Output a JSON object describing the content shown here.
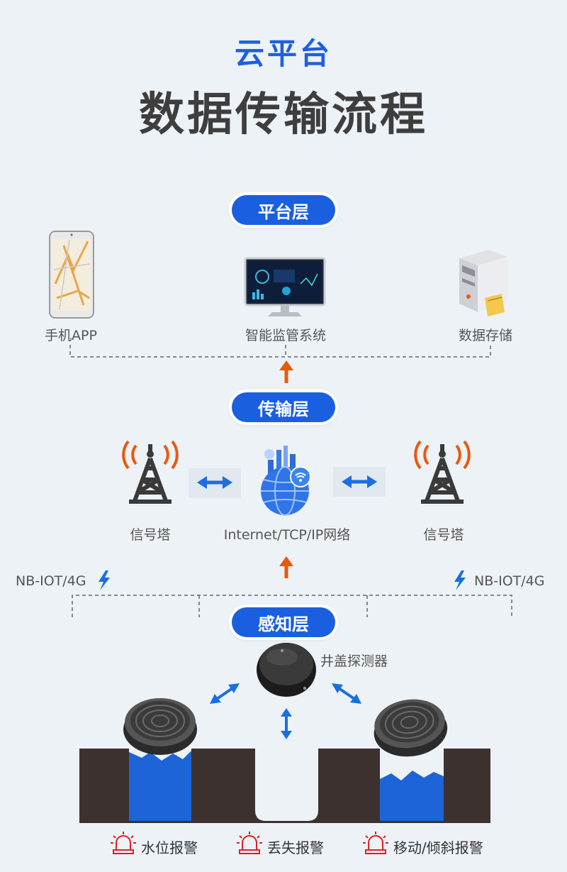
{
  "header": {
    "subtitle": "云平台",
    "title": "数据传输流程"
  },
  "platform": {
    "badge": "平台层",
    "items": [
      {
        "label": "手机APP",
        "icon": "phone-map-icon"
      },
      {
        "label": "智能监管系统",
        "icon": "monitor-dashboard-icon"
      },
      {
        "label": "数据存储",
        "icon": "server-icon"
      }
    ]
  },
  "transport": {
    "badge": "传输层",
    "left_tower": "信号塔",
    "network": "Internet/TCP/IP网络",
    "right_tower": "信号塔",
    "left_link": "NB-IOT/4G",
    "right_link": "NB-IOT/4G"
  },
  "sensing": {
    "badge": "感知层",
    "detector": "井盖探测器",
    "alarms": [
      "水位报警",
      "丢失报警",
      "移动/倾斜报警"
    ]
  },
  "colors": {
    "accent": "#1a5fe0",
    "arrow_up": "#e8590c",
    "arrow_bidir": "#1a6fe0",
    "alarm": "#e02020",
    "soil": "#3d3130",
    "water": "#1c64d8"
  }
}
